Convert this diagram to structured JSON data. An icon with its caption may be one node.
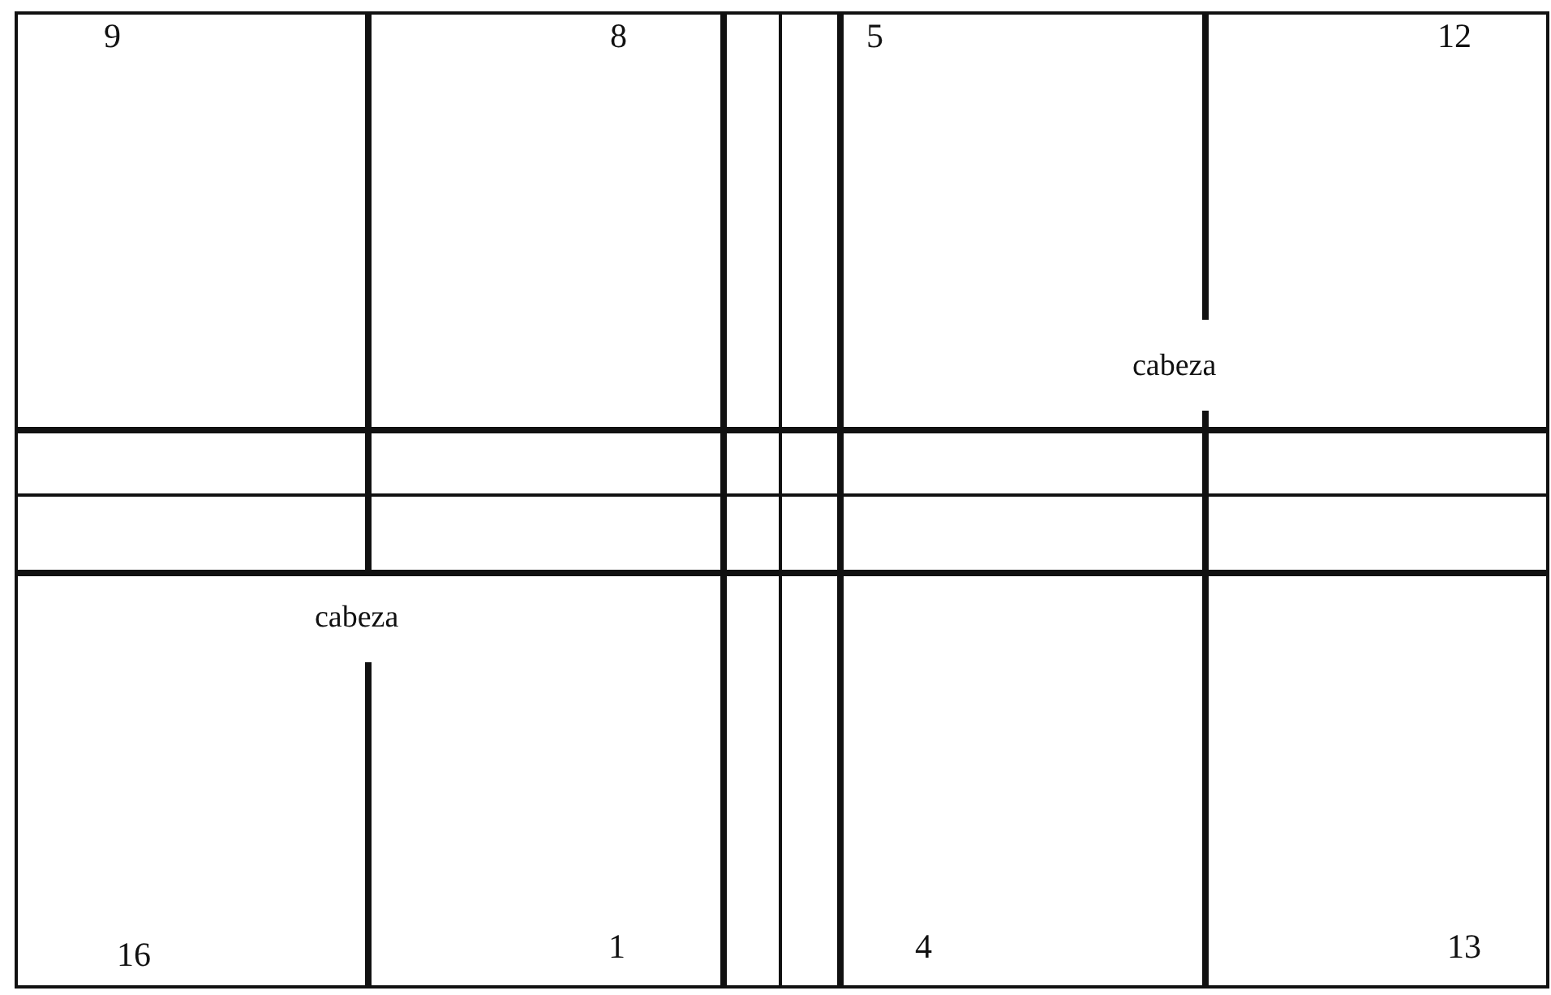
{
  "diagram": {
    "labels": [
      "9",
      "8",
      "5",
      "12",
      "cabeza",
      "cabeza",
      "16",
      "1",
      "4",
      "13"
    ]
  }
}
